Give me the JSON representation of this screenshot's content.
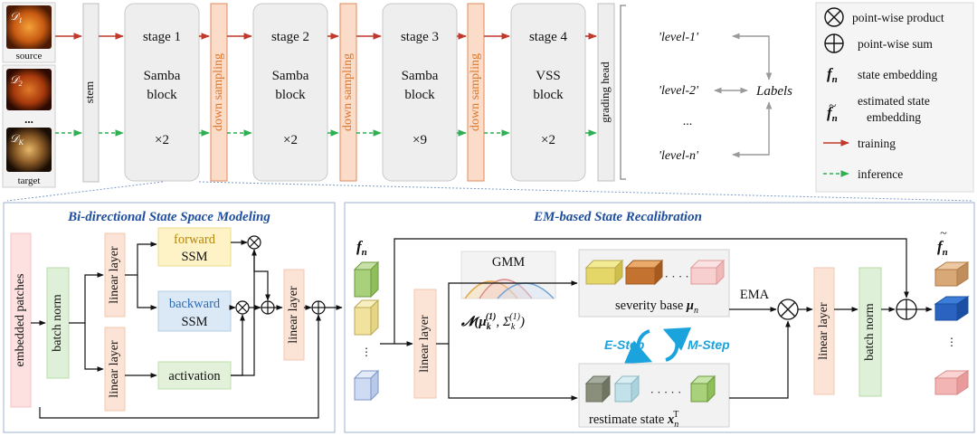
{
  "top": {
    "images": {
      "d1": "𝒟",
      "d1_sub": "1",
      "d2": "𝒟",
      "d2_sub": "2",
      "dk": "𝒟",
      "dk_sub": "K",
      "ellipsis": "...",
      "source": "source",
      "target": "target"
    },
    "stem": "stem",
    "stages": [
      {
        "title": "stage 1",
        "line1": "Samba",
        "line2": "block",
        "mult": "×2"
      },
      {
        "title": "stage 2",
        "line1": "Samba",
        "line2": "block",
        "mult": "×2"
      },
      {
        "title": "stage 3",
        "line1": "Samba",
        "line2": "block",
        "mult": "×9"
      },
      {
        "title": "stage 4",
        "line1": "VSS",
        "line2": "block",
        "mult": "×2"
      }
    ],
    "down_sampling": "down sampling",
    "grading_head": "grading head",
    "levels": [
      "'level-1'",
      "'level-2'",
      "...",
      "'level-n'"
    ],
    "labels": "Labels"
  },
  "legend": {
    "product": "point-wise product",
    "sum": "point-wise sum",
    "f_sym": "f",
    "f_sub": "n",
    "state_embedding": "state embedding",
    "est_line1": "estimated state",
    "est_line2": "embedding",
    "training": "training",
    "inference": "inference"
  },
  "bssm": {
    "title": "Bi-directional State Space Modeling",
    "embedded_patches": "embedded patches",
    "batch_norm": "batch norm",
    "linear_layer": "linear layer",
    "forward_1": "forward",
    "forward_2": "SSM",
    "backward_1": "backward",
    "backward_2": "SSM",
    "activation": "activation"
  },
  "em": {
    "title": "EM-based State Recalibration",
    "f_sym": "f",
    "f_sub": "n",
    "linear_layer": "linear layer",
    "gmm": "GMM",
    "normal": "𝓝(μ",
    "normal_k": "k",
    "normal_1": "(1)",
    "normal_sigma": ", Σ",
    "normal_close": ")",
    "severity": "severity base ",
    "mu": "μ",
    "mu_sub": "n",
    "e_step": "E-Step",
    "m_step": "M-Step",
    "restimate": "restimate state ",
    "x": "x",
    "x_sub": "n",
    "x_sup": "T",
    "ema": "EMA",
    "batch_norm": "batch norm",
    "dots": "· · · · ·"
  },
  "colors": {
    "training": "#c0392b",
    "inference": "#2eaf52",
    "stage_fill": "#eeeeee",
    "down_fill": "#fbdcc9",
    "down_stroke": "#e08a5a",
    "down_text": "#d9772f",
    "title_blue": "#1f4e9c",
    "step_blue": "#1aa3dc"
  }
}
